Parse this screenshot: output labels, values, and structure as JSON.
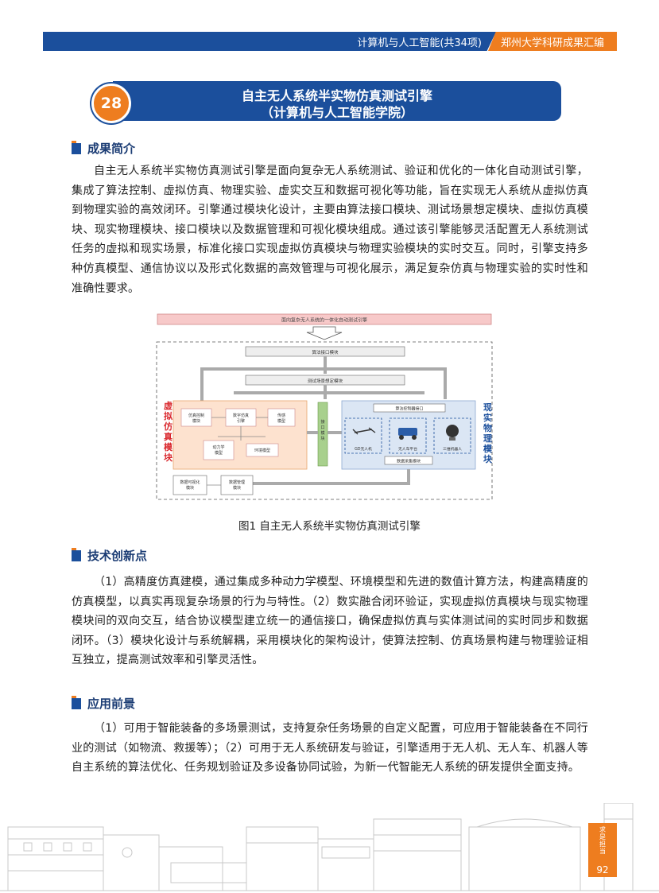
{
  "header": {
    "category": "计算机与人工智能(共34项)",
    "collection": "郑州大学科研成果汇编"
  },
  "item": {
    "number": "28",
    "title": "自主无人系统半实物仿真测试引擎",
    "college": "（计算机与人工智能学院）"
  },
  "sections": {
    "intro": {
      "heading": "成果简介",
      "text": "自主无人系统半实物仿真测试引擎是面向复杂无人系统测试、验证和优化的一体化自动测试引擎，集成了算法控制、虚拟仿真、物理实验、虚实交互和数据可视化等功能，旨在实现无人系统从虚拟仿真到物理实验的高效闭环。引擎通过模块化设计，主要由算法接口模块、测试场景想定模块、虚拟仿真模块、现实物理模块、接口模块以及数据管理和可视化模块组成。通过该引擎能够灵活配置无人系统测试任务的虚拟和现实场景，标准化接口实现虚拟仿真模块与物理实验模块的实时交互。同时，引擎支持多种仿真模型、通信协议以及形式化数据的高效管理与可视化展示，满足复杂仿真与物理实验的实时性和准确性要求。"
    },
    "innovation": {
      "heading": "技术创新点",
      "text": "（1）高精度仿真建模，通过集成多种动力学模型、环境模型和先进的数值计算方法，构建高精度的仿真模型，以真实再现复杂场景的行为与特性。（2）数实融合闭环验证，实现虚拟仿真模块与现实物理模块间的双向交互，结合协议模型建立统一的通信接口，确保虚拟仿真与实体测试间的实时同步和数据闭环。（3）模块化设计与系统解耦，采用模块化的架构设计，使算法控制、仿真场景构建与物理验证相互独立，提高测试效率和引擎灵活性。"
    },
    "application": {
      "heading": "应用前景",
      "text": "（1）可用于智能装备的多场景测试，支持复杂任务场景的自定义配置，可应用于智能装备在不同行业的测试（如物流、救援等）；（2）可用于无人系统研发与验证，引擎适用于无人机、无人车、机器人等自主系统的算法优化、任务规划验证及多设备协同试验，为新一代智能无人系统的研发提供全面支持。"
    }
  },
  "figure": {
    "caption": "图1 自主无人系统半实物仿真测试引擎",
    "top_banner": "面向复杂无人系统的一体化自动测试引擎",
    "algo_interface": "算法接口模块",
    "scenario": "测试场景想定模块",
    "virtual_label": "虚拟仿真模块",
    "physical_label": "现实物理模块",
    "sim_control": "仿真控制模块",
    "sim_engine": "数字仿真引擎",
    "sensor_model": "传感模型",
    "dynamics_model": "动力学模型",
    "env_model": "环境模型",
    "interface_module": "接口模块",
    "algo_ctrl_port": "算法控制器接口",
    "uav": "GD无人机",
    "ugv": "无人车平台",
    "robot": "三维机器人",
    "data_collect": "数据采集模块",
    "data_vis": "数据可视化模块",
    "data_mgmt": "数据管理模块"
  },
  "footer": {
    "motto": "求是担当",
    "page_number": "92"
  },
  "colors": {
    "brand_blue": "#1b4f9c",
    "brand_orange": "#ee7d1f"
  }
}
